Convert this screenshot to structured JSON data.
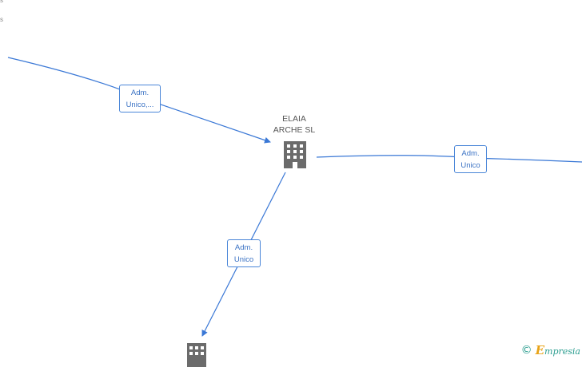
{
  "diagram": {
    "center_node": {
      "name_line1": "ELAIA",
      "name_line2": "ARCHE  SL",
      "icon": "building-icon"
    },
    "bottom_node": {
      "icon": "building-icon"
    },
    "edges": [
      {
        "id": "edge-left",
        "line1": "Adm.",
        "line2": "Unico,..."
      },
      {
        "id": "edge-right",
        "line1": "Adm.",
        "line2": "Unico"
      },
      {
        "id": "edge-down",
        "line1": "Adm.",
        "line2": "Unico"
      }
    ],
    "colors": {
      "edge": "#3a78d6",
      "icon": "#6b6b6b",
      "label_border": "#4a86d8"
    }
  },
  "watermark": {
    "symbol": "©",
    "brand_first": "E",
    "brand_rest": "mpresia"
  }
}
